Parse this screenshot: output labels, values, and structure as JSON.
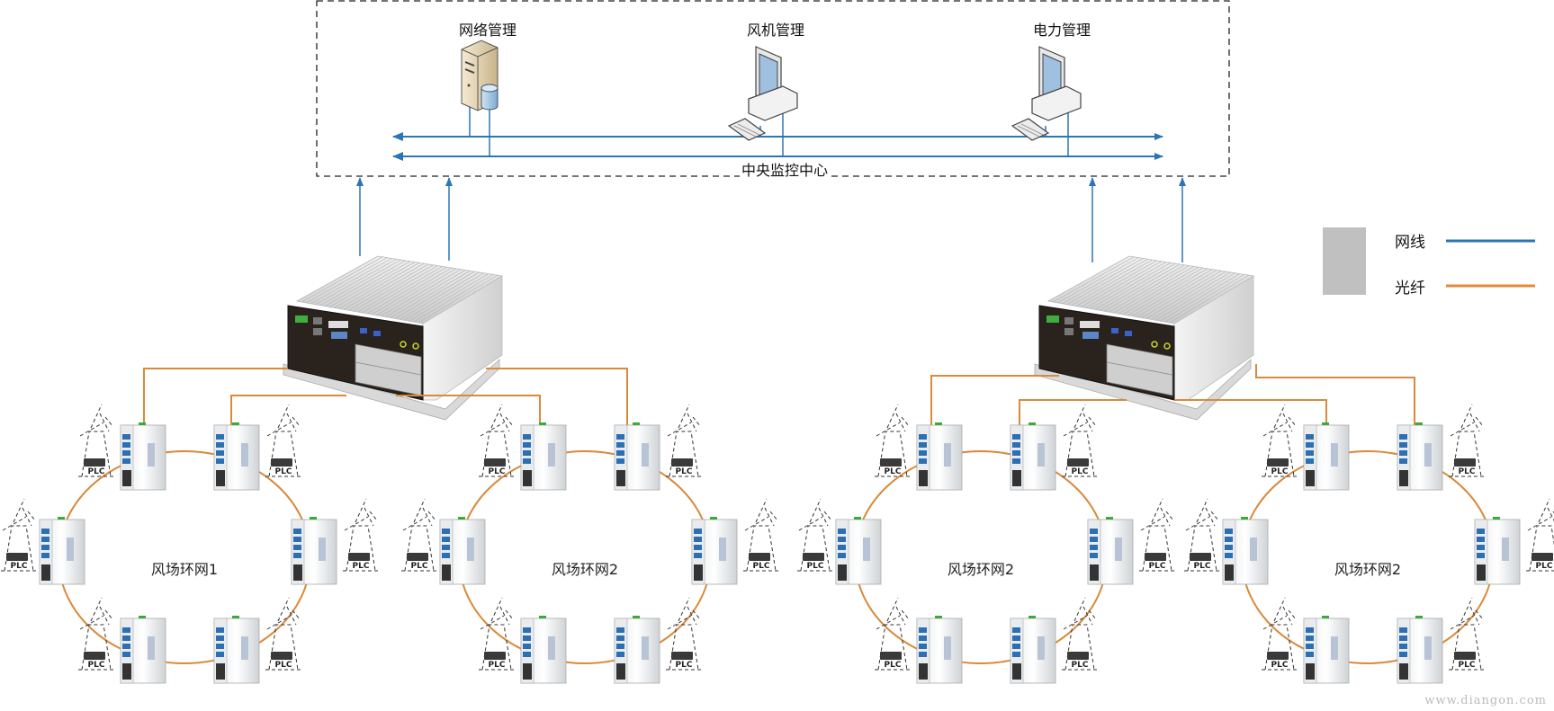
{
  "central": {
    "title": "中央监控中心",
    "nodes": [
      {
        "label": "网络管理",
        "type": "server"
      },
      {
        "label": "风机管理",
        "type": "workstation"
      },
      {
        "label": "电力管理",
        "type": "workstation"
      }
    ]
  },
  "gateways": [
    {
      "name": "left-embedded-computer"
    },
    {
      "name": "right-embedded-computer"
    }
  ],
  "rings": [
    {
      "label": "风场环网1",
      "nodes": 6,
      "plc_label": "PLC"
    },
    {
      "label": "风场环网2",
      "nodes": 6,
      "plc_label": "PLC"
    },
    {
      "label": "风场环网2",
      "nodes": 6,
      "plc_label": "PLC"
    },
    {
      "label": "风场环网2",
      "nodes": 6,
      "plc_label": "PLC"
    }
  ],
  "legend": {
    "items": [
      {
        "label": "网线",
        "color": "#2e75b6"
      },
      {
        "label": "光纤",
        "color": "#e08a3a"
      }
    ]
  },
  "colors": {
    "ethernet": "#2e75b6",
    "fiber": "#d98a3a",
    "legend_swatch": "#c0c0c0"
  },
  "watermark": "www.diangon.com"
}
